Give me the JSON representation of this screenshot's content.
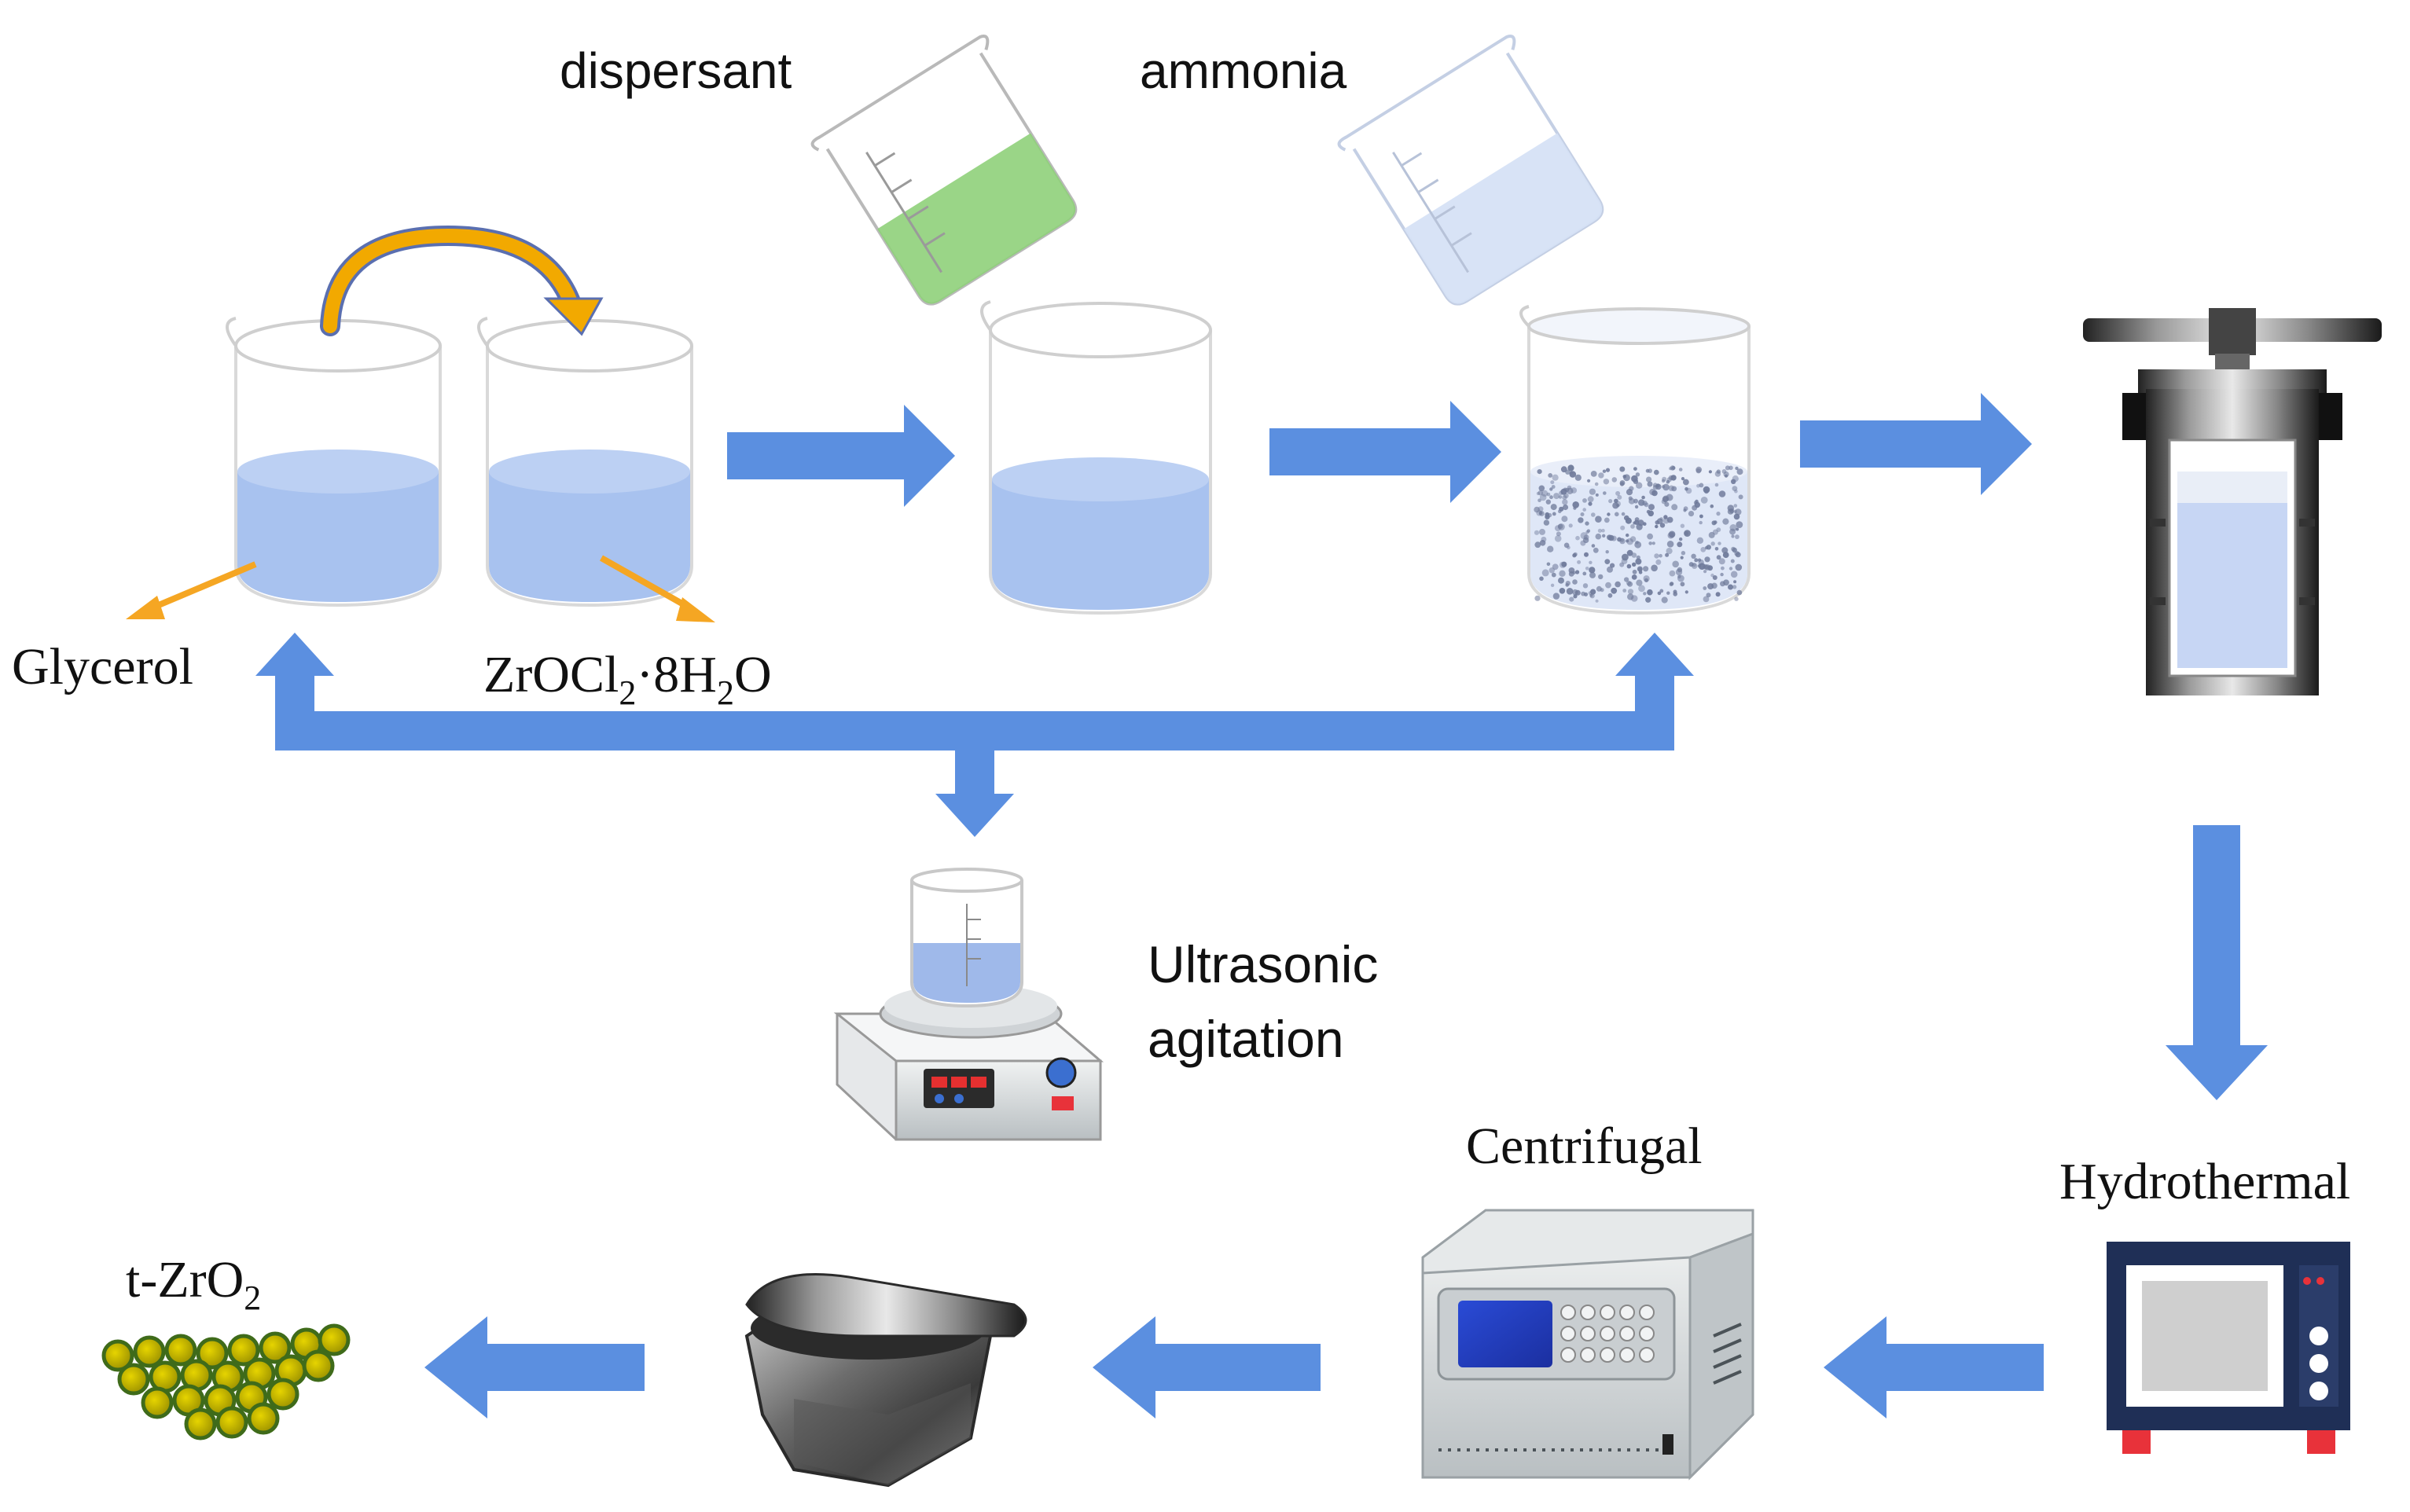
{
  "labels": {
    "dispersant": "dispersant",
    "ammonia": "ammonia",
    "glycerol": "Glycerol",
    "zr_salt": {
      "base": "ZrOCl",
      "sub1": "2",
      "mid": "·8H",
      "sub2": "2",
      "tail": "O"
    },
    "ultrasonic_line1": "Ultrasonic",
    "ultrasonic_line2": "agitation",
    "centrifugal": "Centrifugal",
    "hydrothermal": "Hydrothermal",
    "product": {
      "base": "t-ZrO",
      "sub": "2"
    }
  },
  "colors": {
    "flow_arrow": "#5b8fe0",
    "curved_arrow": "#f2a900",
    "pointer_arrow": "#f5a623",
    "liquid": "#a8c2ef",
    "green_liquid": "#8fd07a",
    "particle": "#c8b400",
    "particle_edge": "#3f6b1a",
    "panel_red": "#e8323a"
  },
  "icons": {
    "beaker": "beaker-icon",
    "autoclave": "autoclave-icon",
    "stirrer": "magnetic-stirrer-icon",
    "centrifuge": "centrifuge-icon",
    "oven": "oven-icon",
    "mortar": "mortar-pestle-icon",
    "particles": "nanoparticle-icon"
  }
}
